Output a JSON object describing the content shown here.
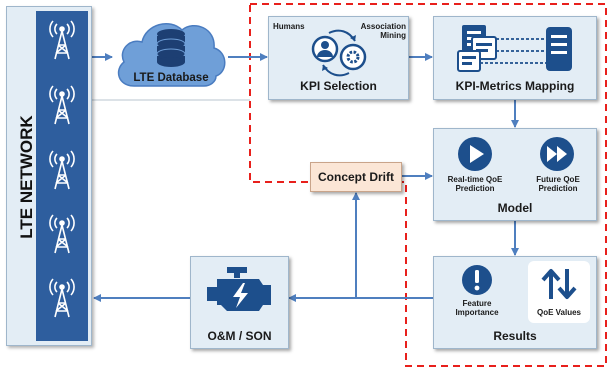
{
  "lte_network": {
    "label": "LTE NETWORK"
  },
  "lte_database": {
    "label": "LTE Database"
  },
  "kpi_selection": {
    "title": "KPI Selection",
    "humans": "Humans",
    "association_mining": "Association Mining"
  },
  "kpi_mapping": {
    "title": "KPI-Metrics Mapping"
  },
  "concept_drift": {
    "label": "Concept Drift"
  },
  "model": {
    "title": "Model",
    "realtime": "Real-time QoE Prediction",
    "future": "Future QoE Prediction"
  },
  "results": {
    "title": "Results",
    "feature_importance": "Feature Importance",
    "qoe_values": "QoE Values"
  },
  "om_son": {
    "label": "O&M / SON"
  },
  "colors": {
    "arrow": "#4f7fbf",
    "dashed": "#e8201c",
    "panel": "#e3edf5",
    "dark_blue": "#1d4f8c",
    "network_bar": "#2e5e9e",
    "drift_fill": "#fbe6d6"
  }
}
